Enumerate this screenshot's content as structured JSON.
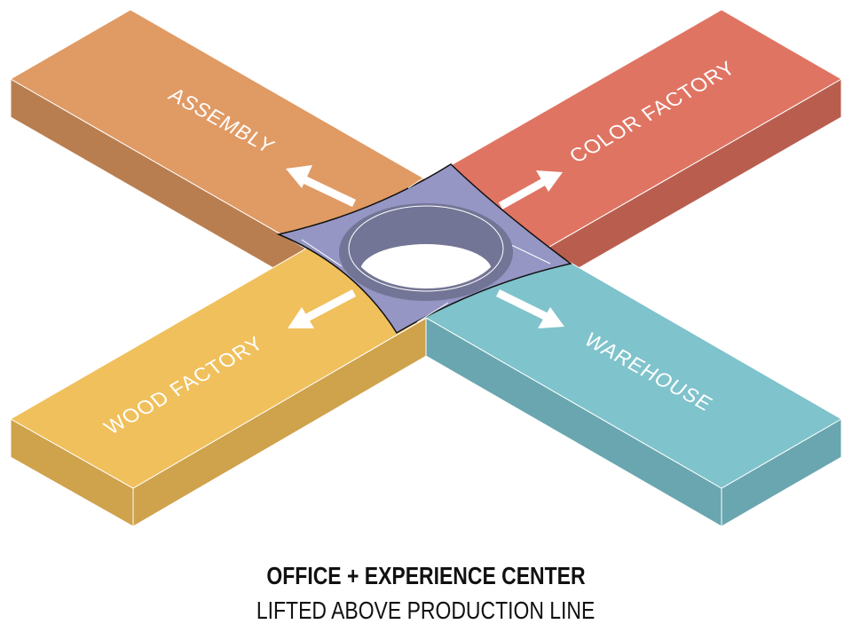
{
  "zones": [
    {
      "id": "assembly",
      "label": "ASSEMBLY",
      "color": "#e09a64",
      "side": "#b97e50"
    },
    {
      "id": "color-factory",
      "label": "COLOR FACTORY",
      "color": "#e07463",
      "side": "#b95e4f"
    },
    {
      "id": "wood-factory",
      "label": "WOOD FACTORY",
      "color": "#f0c05c",
      "side": "#cfa24c"
    },
    {
      "id": "warehouse",
      "label": "WAREHOUSE",
      "color": "#7fc3cc",
      "side": "#69a6b0"
    }
  ],
  "center": {
    "color": "#9596c4",
    "rim": "#737596"
  },
  "caption": {
    "title": "OFFICE + EXPERIENCE CENTER",
    "subtitle": "LIFTED ABOVE PRODUCTION LINE"
  }
}
